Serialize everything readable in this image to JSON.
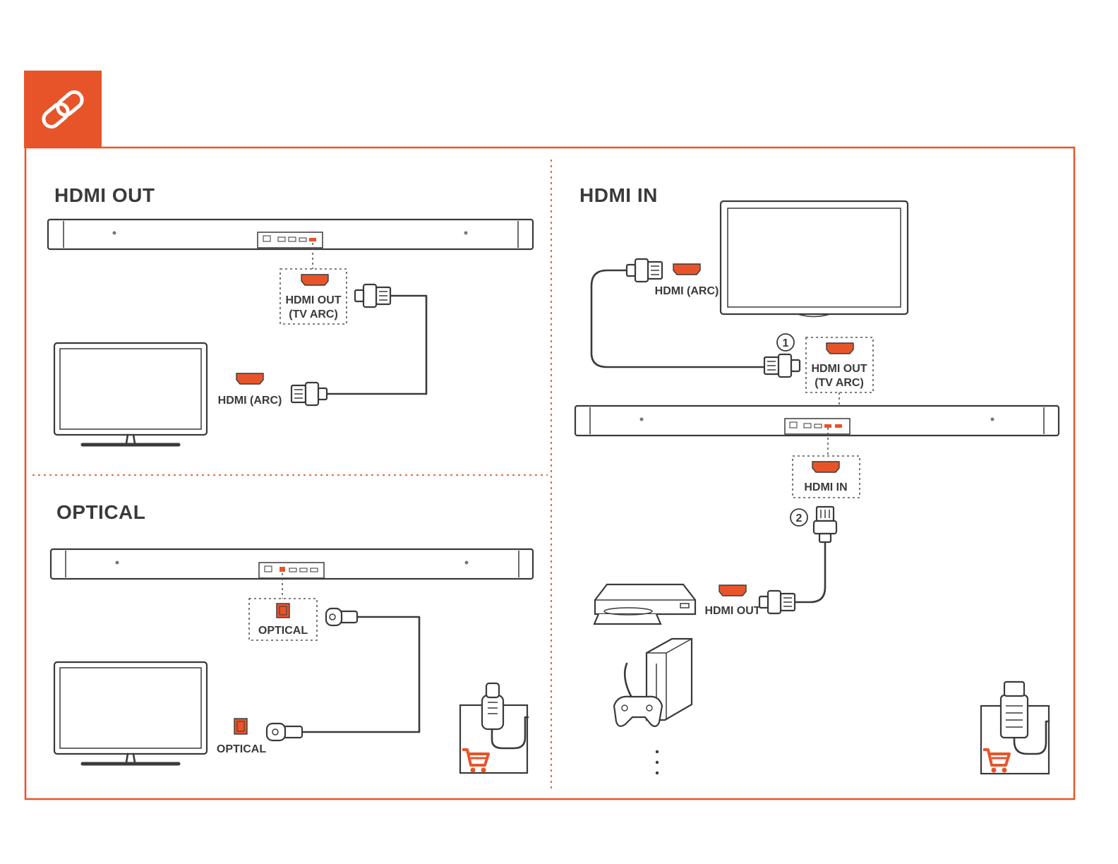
{
  "colors": {
    "accent": "#e8542a",
    "line": "#3a3a3a",
    "background": "#ffffff"
  },
  "header": {
    "icon": "link-chain-icon"
  },
  "sections": {
    "hdmi_out": {
      "title": "HDMI OUT",
      "soundbar_port_label_1": "HDMI OUT",
      "soundbar_port_label_2": "(TV ARC)",
      "tv_port_label": "HDMI (ARC)"
    },
    "optical": {
      "title": "OPTICAL",
      "soundbar_port_label": "OPTICAL",
      "tv_port_label": "OPTICAL",
      "accessory_icon": "optical-cable-cart-icon"
    },
    "hdmi_in": {
      "title": "HDMI IN",
      "tv_port_label": "HDMI (ARC)",
      "step_1": "1",
      "soundbar_out_label_1": "HDMI OUT",
      "soundbar_out_label_2": "(TV ARC)",
      "soundbar_in_label": "HDMI IN",
      "step_2": "2",
      "source_port_label": "HDMI OUT",
      "accessory_icon": "hdmi-cable-cart-icon"
    }
  }
}
